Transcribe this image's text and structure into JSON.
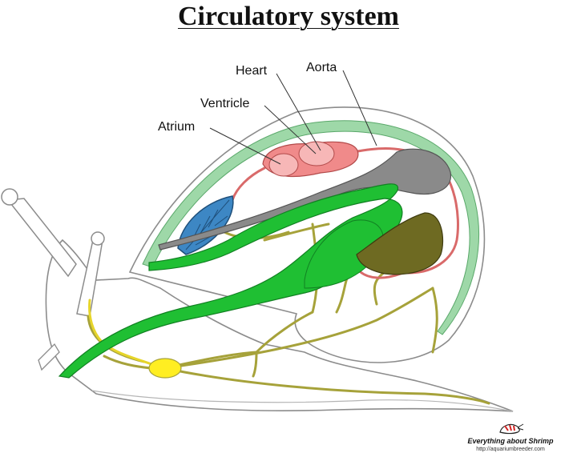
{
  "title": "Circulatory system",
  "labels": {
    "heart": "Heart",
    "aorta": "Aorta",
    "ventricle": "Ventricle",
    "atrium": "Atrium"
  },
  "brand": {
    "name": "Everything about Shrimp",
    "url": "http://aquariumbreeder.com"
  },
  "colors": {
    "outline": "#8c8c8c",
    "shell_band": "#9ed8a8",
    "digestive": "#1fbf33",
    "nerves": "#a6a23a",
    "heart": "#f08a8a",
    "heart_chambers": "#f7b7b7",
    "aorta": "#8a8a8a",
    "lung": "#3d87c4",
    "digestive_gland": "#6e6a22",
    "ganglion": "#ffee22"
  }
}
